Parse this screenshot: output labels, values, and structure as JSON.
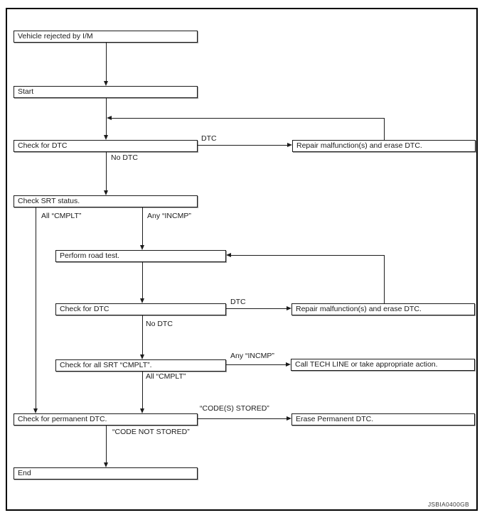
{
  "diagram": {
    "figure_code": "JSBIA0400GB",
    "colors": {
      "line": "#1c1c1c",
      "background": "#ffffff",
      "box_shadow": "#9c9c9c"
    },
    "nodes": [
      {
        "id": "vehicle-rejected-by-im",
        "label": "Vehicle rejected by I/M"
      },
      {
        "id": "start",
        "label": "Start"
      },
      {
        "id": "check-for-dtc-1",
        "label": "Check for DTC"
      },
      {
        "id": "repair-and-erase-dtc-1",
        "label": "Repair malfunction(s) and erase DTC."
      },
      {
        "id": "check-srt-status",
        "label": "Check SRT status."
      },
      {
        "id": "perform-road-test",
        "label": "Perform road test."
      },
      {
        "id": "check-for-dtc-2",
        "label": "Check for DTC"
      },
      {
        "id": "repair-and-erase-dtc-2",
        "label": "Repair malfunction(s) and erase DTC."
      },
      {
        "id": "check-all-srt-cmplt",
        "label": "Check for all SRT “CMPLT”."
      },
      {
        "id": "call-tech-line",
        "label": "Call TECH LINE or take appropriate action."
      },
      {
        "id": "check-permanent-dtc",
        "label": "Check for permanent DTC."
      },
      {
        "id": "erase-permanent-dtc",
        "label": "Erase Permanent DTC."
      },
      {
        "id": "end",
        "label": "End"
      }
    ],
    "edge_labels": [
      {
        "id": "dtc-1",
        "text": "DTC"
      },
      {
        "id": "no-dtc-1",
        "text": "No DTC"
      },
      {
        "id": "all-cmplt-1",
        "text": "All “CMPLT”"
      },
      {
        "id": "any-incmp-1",
        "text": "Any “INCMP”"
      },
      {
        "id": "dtc-2",
        "text": "DTC"
      },
      {
        "id": "no-dtc-2",
        "text": "No DTC"
      },
      {
        "id": "any-incmp-2",
        "text": "Any “INCMP”"
      },
      {
        "id": "all-cmplt-2",
        "text": "All “CMPLT”"
      },
      {
        "id": "codes-stored",
        "text": "“CODE(S) STORED”"
      },
      {
        "id": "code-not-stored",
        "text": "“CODE NOT STORED”"
      }
    ]
  }
}
